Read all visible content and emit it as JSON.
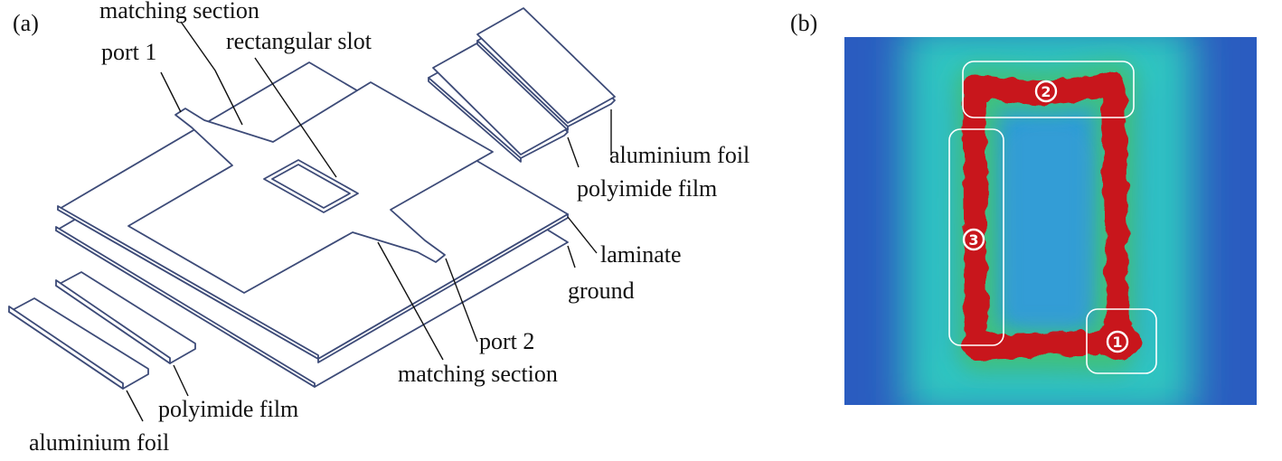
{
  "panel_a": {
    "tag": "(a)",
    "labels": {
      "matching_section_top": "matching section",
      "port_1": "port 1",
      "rectangular_slot": "rectangular slot",
      "aluminium_foil_right": "aluminium foil",
      "polyimide_film_right": "polyimide film",
      "laminate": "laminate",
      "ground": "ground",
      "port_2": "port 2",
      "matching_section_bottom": "matching section",
      "polyimide_film_left": "polyimide film",
      "aluminium_foil_left": "aluminium foil"
    }
  },
  "panel_b": {
    "tag": "(b)",
    "regions": [
      {
        "id": "1",
        "marker": "1"
      },
      {
        "id": "2",
        "marker": "2"
      },
      {
        "id": "3",
        "marker": "3"
      }
    ],
    "colors": {
      "background_low": "#2a5cc0",
      "mid": "#2fc8c0",
      "transition": "#3fc27a",
      "high": "#c8161c"
    }
  }
}
